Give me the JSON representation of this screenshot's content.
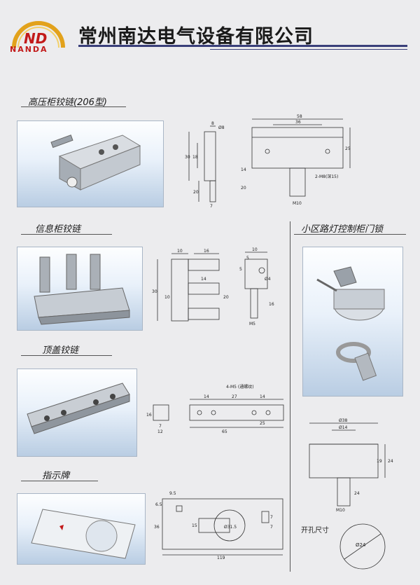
{
  "header": {
    "company": "常州南达电气设备有限公司",
    "logo_mark": "ND",
    "logo_word": "NANDA"
  },
  "sections": {
    "hv_hinge": {
      "title": "高压柜铰链(206型)"
    },
    "info_hinge": {
      "title": "信息柜铰链"
    },
    "top_hinge": {
      "title": "顶盖铰链"
    },
    "indicator": {
      "title": "指示牌"
    },
    "street_lock": {
      "title": "小区路灯控制柜门锁"
    }
  },
  "dims": {
    "d1": [
      "8",
      "Ø8",
      "30",
      "18",
      "20",
      "7",
      "58",
      "36",
      "25",
      "14",
      "20",
      "2-M8(深15)",
      "M10"
    ],
    "d2": [
      "10",
      "16",
      "14",
      "30",
      "10",
      "20",
      "10",
      "5",
      "5",
      "Ø4",
      "16",
      "M5"
    ],
    "d3": [
      "16",
      "7",
      "12",
      "4-M5 (通螺纹)",
      "14",
      "27",
      "14",
      "65",
      "25"
    ],
    "d4": [
      "9.5",
      "6.5",
      "15",
      "Ø31.5",
      "36",
      "7",
      "7",
      "119"
    ],
    "d5": [
      "Ø38",
      "Ø14",
      "19",
      "24",
      "24",
      "M10"
    ],
    "hole_label": "开孔尺寸",
    "hole_dia": "Ø24"
  }
}
